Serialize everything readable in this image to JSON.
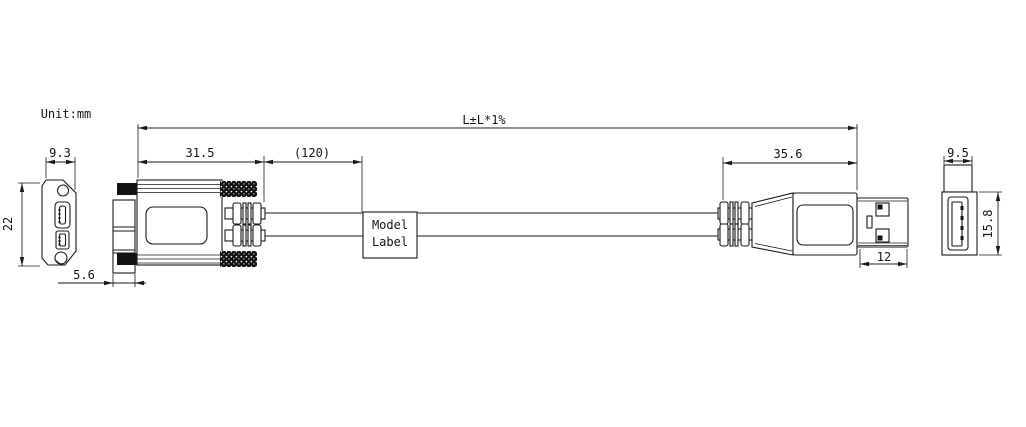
{
  "unit_label": "Unit:mm",
  "model_label": {
    "line1": "Model",
    "line2": "Label"
  },
  "dims": {
    "micro_front_width": "9.3",
    "micro_front_height": "22",
    "micro_flange_depth": "5.6",
    "micro_connector_length": "31.5",
    "label_position": "(120)",
    "overall_length": "L±L*1%",
    "usb_a_connector_length": "35.6",
    "usb_a_shell_length": "12",
    "usb_a_front_width": "9.5",
    "usb_a_front_height": "15.8"
  }
}
